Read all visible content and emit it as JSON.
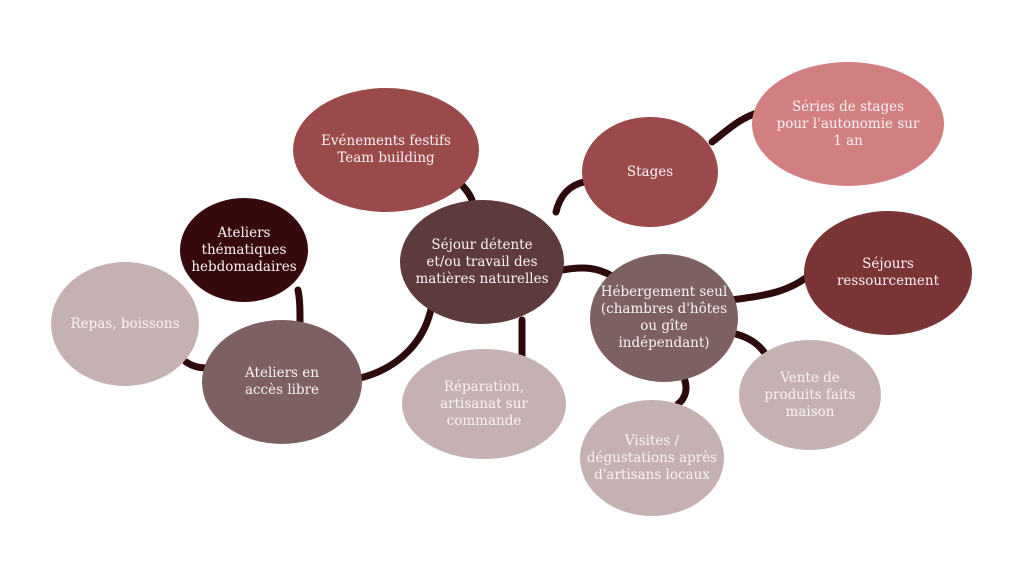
{
  "center": {
    "label": "Séjour détente et/ou travail des matières naturelles",
    "color": "#5d3b3c"
  },
  "nodes": {
    "evenements": {
      "label": "Evénements festifs Team building",
      "color": "#9a4a4b"
    },
    "stages": {
      "label": "Stages",
      "color": "#9a4a4b"
    },
    "series": {
      "label": "Séries de stages pour l'autonomie sur 1 an",
      "color": "#d17f80"
    },
    "ateliers_thematiques": {
      "label": "Ateliers thématiques hebdomadaires",
      "color": "#360a0c"
    },
    "hebergement": {
      "label": "Hébergement seul (chambres d'hôtes ou gîte indépendant)",
      "color": "#7d6061"
    },
    "sejours": {
      "label": "Séjours ressourcement",
      "color": "#7a3435"
    },
    "repas": {
      "label": "Repas, boissons",
      "color": "#c5b1b2"
    },
    "ateliers_libre": {
      "label": "Ateliers en accès libre",
      "color": "#7d6061"
    },
    "reparation": {
      "label": "Réparation, artisanat sur commande",
      "color": "#c5b1b2"
    },
    "vente": {
      "label": "Vente de produits faits maison",
      "color": "#c5b1b2"
    },
    "visites": {
      "label": "Visites / dégustations après d'artisans locaux",
      "color": "#c5b1b2"
    }
  },
  "connector_color": "#2d0a0c"
}
